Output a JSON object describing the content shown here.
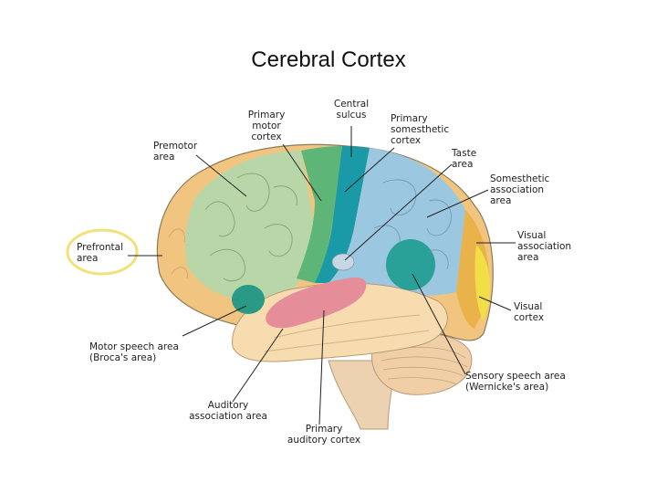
{
  "slide": {
    "title": "Cerebral Cortex"
  },
  "labels": {
    "primary_motor": "Primary\nmotor\ncortex",
    "central_sulcus": "Central\nsulcus",
    "primary_somesthetic": "Primary\nsomesthetic\ncortex",
    "premotor": "Premotor\narea",
    "taste": "Taste\narea",
    "somesthetic_assoc": "Somesthetic\nassociation\narea",
    "prefrontal": "Prefrontal\narea",
    "visual_assoc": "Visual\nassociation\narea",
    "visual_cortex": "Visual\ncortex",
    "motor_speech": "Motor speech area\n(Broca's area)",
    "sensory_speech": "Sensory speech area\n(Wernicke's area)",
    "auditory_assoc": "Auditory\nassociation area",
    "primary_auditory": "Primary\nauditory cortex"
  },
  "colors": {
    "premotor": "#b9d6a8",
    "motor": "#5db577",
    "central_sulcus": "#1a9aa6",
    "somesthetic": "#9cc7e0",
    "prefrontal": "#f1c57f",
    "visual_assoc": "#e9b24a",
    "visual_cortex": "#f1df45",
    "broca": "#2a9a86",
    "wernicke": "#2aa198",
    "auditory": "#e58e9a",
    "temporal": "#f7dcb0",
    "cerebellum": "#f0cfa6",
    "highlight_ring": "#f2e07a"
  }
}
